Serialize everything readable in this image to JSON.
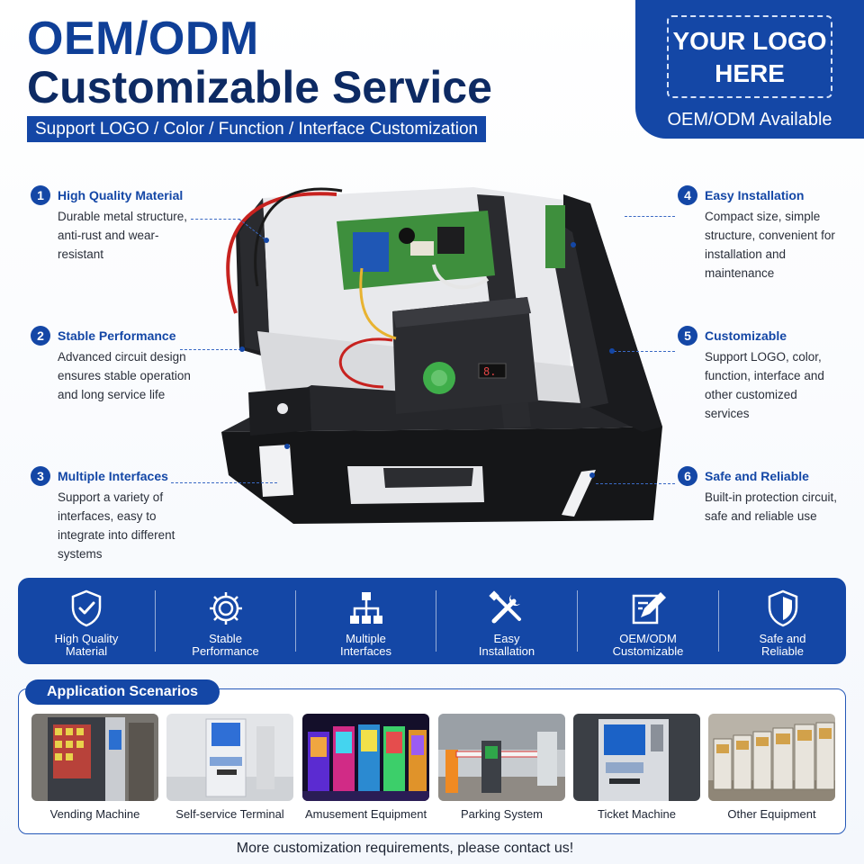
{
  "header": {
    "title_line1": "OEM/ODM",
    "title_line2": "Customizable Service",
    "subtitle": "Support LOGO / Color / Function / Interface Customization"
  },
  "logo_panel": {
    "logo_line1": "YOUR LOGO",
    "logo_line2": "HERE",
    "caption": "OEM/ODM Available"
  },
  "features": [
    {
      "num": "1",
      "title": "High Quality Material",
      "desc": "Durable metal structure, anti-rust and wear-resistant"
    },
    {
      "num": "2",
      "title": "Stable Performance",
      "desc": "Advanced circuit design ensures stable operation and long service life"
    },
    {
      "num": "3",
      "title": "Multiple Interfaces",
      "desc": "Support a variety of interfaces, easy to integrate into different systems"
    },
    {
      "num": "4",
      "title": "Easy Installation",
      "desc": "Compact size, simple structure, convenient for installation and maintenance"
    },
    {
      "num": "5",
      "title": "Customizable",
      "desc": "Support LOGO, color, function, interface and other customized services"
    },
    {
      "num": "6",
      "title": "Safe and Reliable",
      "desc": "Built-in protection circuit, safe and reliable use"
    }
  ],
  "icon_bar": [
    {
      "icon": "shield-check-icon",
      "label1": "High Quality",
      "label2": "Material"
    },
    {
      "icon": "gear-icon",
      "label1": "Stable",
      "label2": "Performance"
    },
    {
      "icon": "network-icon",
      "label1": "Multiple",
      "label2": "Interfaces"
    },
    {
      "icon": "tools-icon",
      "label1": "Easy",
      "label2": "Installation"
    },
    {
      "icon": "edit-icon",
      "label1": "OEM/ODM",
      "label2": "Customizable"
    },
    {
      "icon": "shield-icon",
      "label1": "Safe and",
      "label2": "Reliable"
    }
  ],
  "applications": {
    "title": "Application Scenarios",
    "items": [
      {
        "label": "Vending Machine"
      },
      {
        "label": "Self-service Terminal"
      },
      {
        "label": "Amusement Equipment"
      },
      {
        "label": "Parking System"
      },
      {
        "label": "Ticket Machine"
      },
      {
        "label": "Other Equipment"
      }
    ]
  },
  "footer": "More customization requirements, please contact us!",
  "colors": {
    "brand": "#1447a6",
    "dark": "#0d2a63",
    "accent_green": "#3fae4a"
  }
}
